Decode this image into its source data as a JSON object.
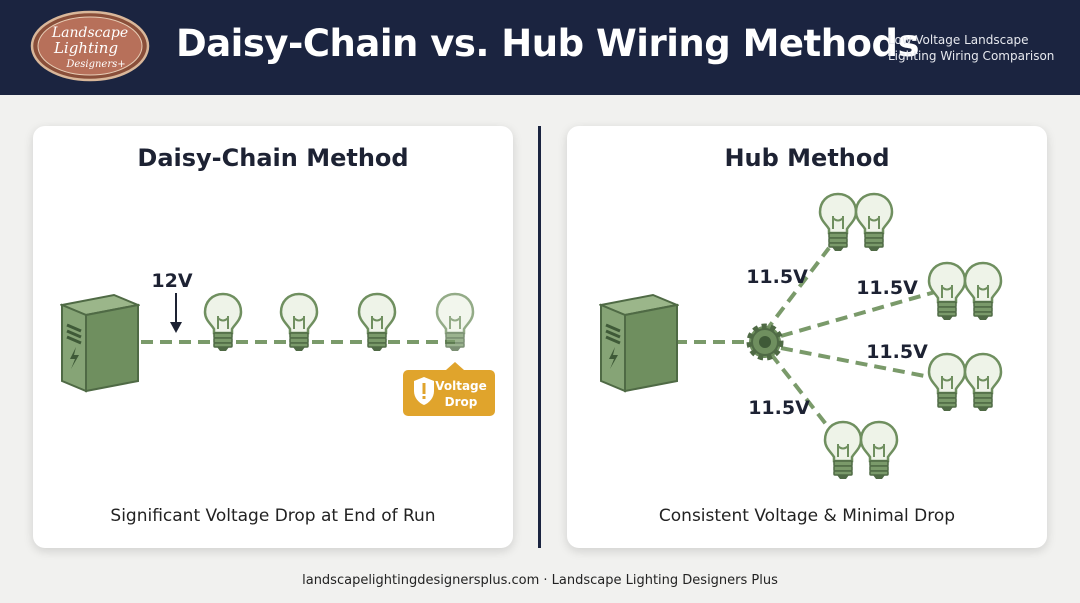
{
  "header": {
    "title": "Daisy-Chain vs. Hub Wiring Methods",
    "subtitle": "Low-Voltage Landscape Lighting Wiring Comparison",
    "logo": {
      "line1": "Landscape",
      "line2": "Lighting",
      "line3": "Designers+"
    }
  },
  "daisy_chain": {
    "title": "Daisy-Chain Method",
    "voltage_label": "12V",
    "badge_line1": "Voltage",
    "badge_line2": "Drop",
    "caption": "Significant Voltage Drop at End of Run"
  },
  "hub": {
    "title": "Hub Method",
    "branch_voltages": [
      "11.5V",
      "11.5V",
      "11.5V",
      "11.5V"
    ],
    "caption": "Consistent Voltage & Minimal Drop"
  },
  "footer": {
    "text": "landscapelightingdesignersplus.com · Landscape Lighting Designers Plus"
  },
  "colors": {
    "header_bg": "#1b2440",
    "green": "#7a9a6a",
    "green_dark": "#4f6a45",
    "badge": "#e0a42c"
  }
}
